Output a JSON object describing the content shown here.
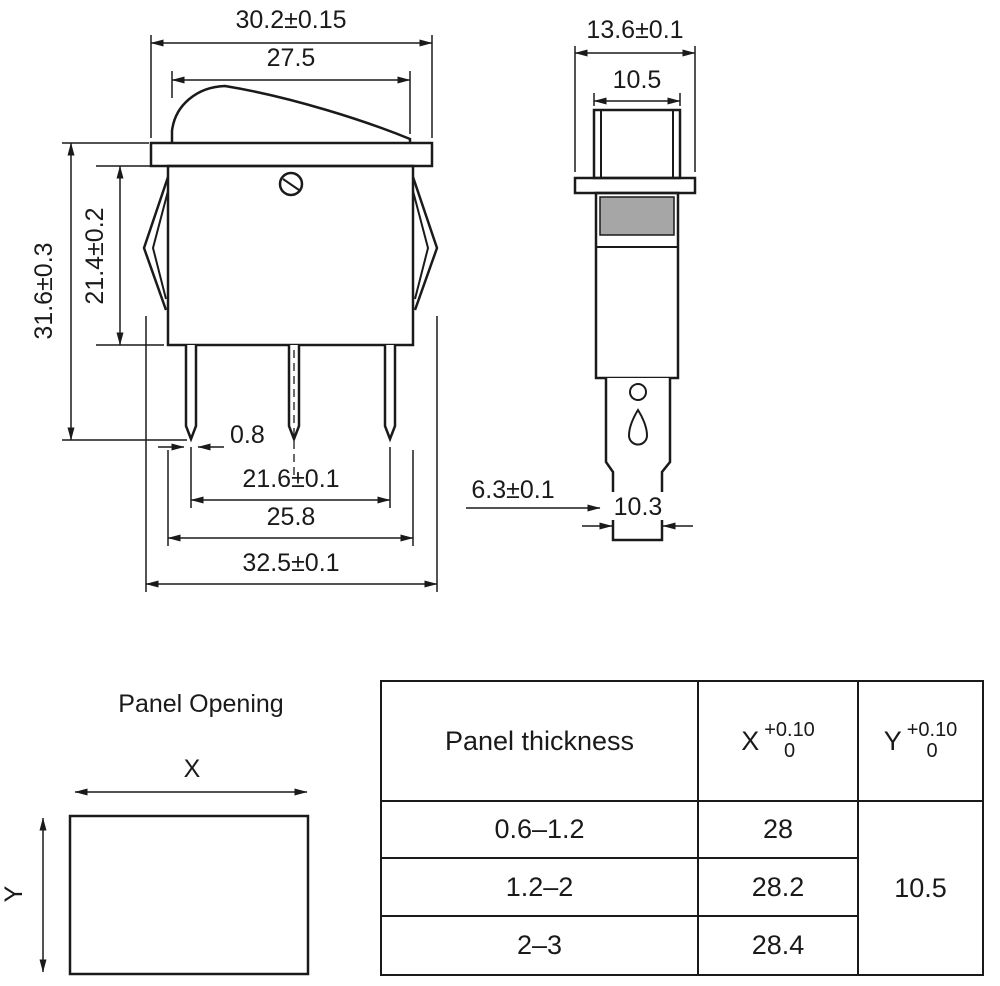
{
  "front_view": {
    "dims": {
      "top_width": "30.2±0.15",
      "rocker_width": "27.5",
      "overall_height": "31.6±0.3",
      "body_height": "21.4±0.2",
      "terminal_thickness": "0.8",
      "terminal_spacing": "21.6±0.1",
      "body_width": "25.8",
      "clip_span": "32.5±0.1"
    }
  },
  "side_view": {
    "dims": {
      "flange_width": "13.6±0.1",
      "rocker_depth": "10.5",
      "tab_length": "6.3±0.1",
      "lower_width": "10.3"
    }
  },
  "panel_opening": {
    "title": "Panel Opening",
    "x_label": "X",
    "y_label": "Y"
  },
  "spec_table": {
    "headers": {
      "thickness": "Panel thickness",
      "x_base": "X",
      "x_tol_upper": "+0.10",
      "x_tol_lower": "0",
      "y_base": "Y",
      "y_tol_upper": "+0.10",
      "y_tol_lower": "0"
    },
    "rows": [
      {
        "thickness": "0.6–1.2",
        "x": "28"
      },
      {
        "thickness": "1.2–2",
        "x": "28.2"
      },
      {
        "thickness": "2–3",
        "x": "28.4"
      }
    ],
    "y_value": "10.5"
  }
}
